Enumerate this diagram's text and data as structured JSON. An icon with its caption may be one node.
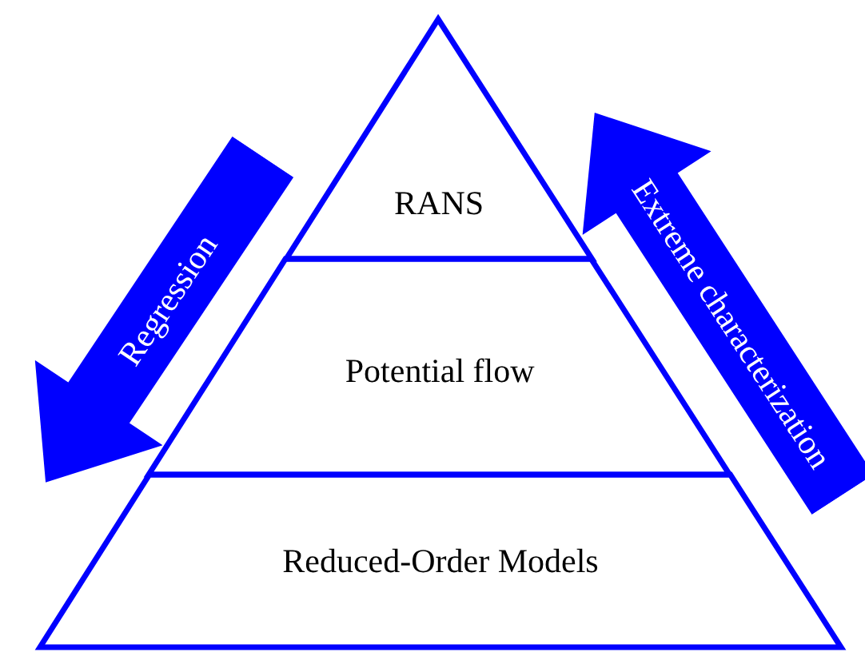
{
  "diagram": {
    "nodes": [
      {
        "text": [
          "RANS"
        ]
      },
      {
        "text": [
          "Potential flow"
        ]
      },
      {
        "text": [
          "Reduced-Order Models"
        ]
      }
    ],
    "labels": [
      "Regression",
      "Extreme characterization"
    ]
  }
}
